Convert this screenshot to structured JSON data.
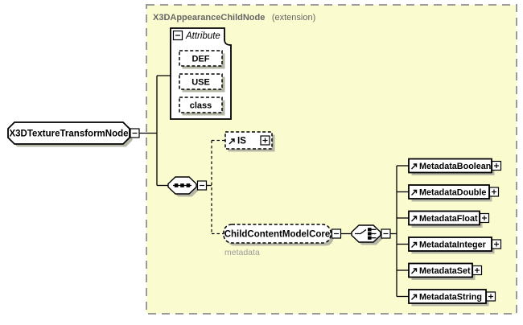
{
  "extension": {
    "name": "X3DAppearanceChildNode",
    "qualifier": "(extension)"
  },
  "root_element": {
    "label": "X3DTextureTransformNode"
  },
  "attribute_group": {
    "header": "Attribute",
    "attributes": [
      {
        "label": "DEF"
      },
      {
        "label": "USE"
      },
      {
        "label": "class"
      }
    ]
  },
  "is_element": {
    "label": "IS"
  },
  "child_content_model": {
    "label": "ChildContentModelCore",
    "annotation": "metadata"
  },
  "metadata_elements": [
    {
      "label": "MetadataBoolean"
    },
    {
      "label": "MetadataDouble"
    },
    {
      "label": "MetadataFloat"
    },
    {
      "label": "MetadataInteger"
    },
    {
      "label": "MetadataSet"
    },
    {
      "label": "MetadataString"
    }
  ],
  "icons": {
    "sequence": "sequence-icon",
    "choice": "choice-icon",
    "reference": "reference-arrow-icon",
    "collapse": "minus-box-icon",
    "expand": "plus-box-icon"
  },
  "colors": {
    "extension_background": "#FBFBD0",
    "extension_border": "#9A9A9A",
    "box_border": "#000000",
    "shadow": "#B7B7A8",
    "title_text": "#666666",
    "annotation_text": "#9B9B9B"
  }
}
